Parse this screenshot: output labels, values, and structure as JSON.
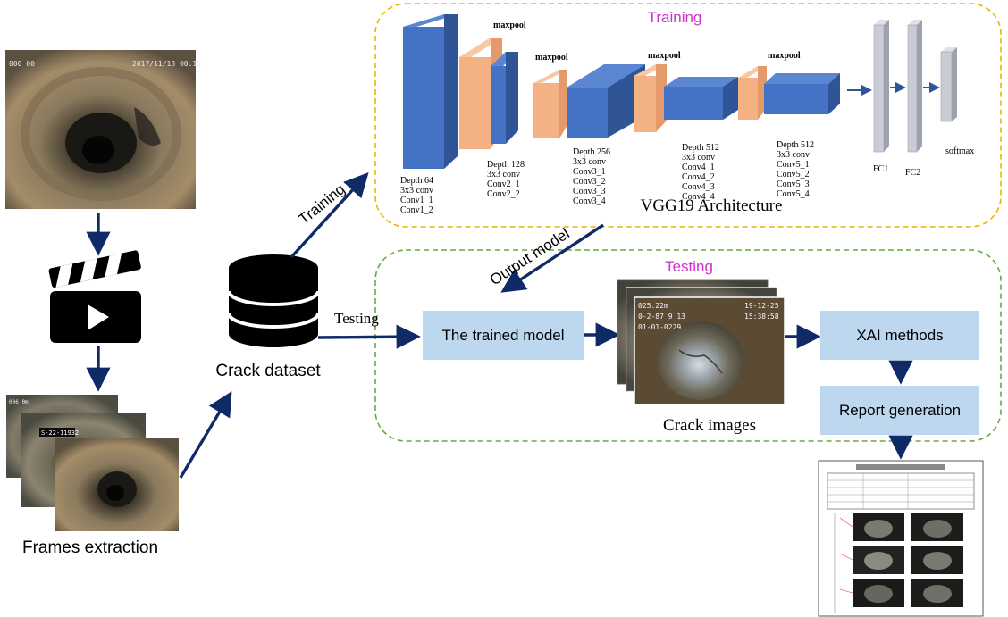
{
  "colors": {
    "arrow": "#0f2a66",
    "training_border": "#f0b400",
    "testing_border": "#6aaa3c",
    "section_title": "#cc33cc",
    "conv": "#4472c4",
    "conv_side": "#2f5597",
    "pool": "#f4b183",
    "fc": "#c9ccd6",
    "box": "#bdd7ee"
  },
  "labels": {
    "training_title": "Training",
    "testing_title": "Testing",
    "vgg_title": "VGG19  Architecture",
    "crack_dataset": "Crack dataset",
    "frames_extraction": "Frames extraction",
    "arrow_training": "Training",
    "arrow_testing": "Testing",
    "arrow_output_model": "Output model",
    "crack_images": "Crack images",
    "trained_model": "The trained model",
    "xai_methods": "XAI methods",
    "report_generation": "Report generation"
  },
  "vgg": {
    "maxpool_label": "maxpool",
    "blocks": [
      [
        "Depth 64",
        "3x3 conv",
        "Conv1_1",
        "Conv1_2"
      ],
      [
        "Depth 128",
        "3x3 conv",
        "Conv2_1",
        "Conv2_2"
      ],
      [
        "Depth 256",
        "3x3 conv",
        "Conv3_1",
        "Conv3_2",
        "Conv3_3",
        "Conv3_4"
      ],
      [
        "Depth 512",
        "3x3 conv",
        "Conv4_1",
        "Conv4_2",
        "Conv4_3",
        "Conv4_4"
      ],
      [
        "Depth 512",
        "3x3 conv",
        "Conv5_1",
        "Conv5_2",
        "Conv5_3",
        "Conv5_4"
      ]
    ],
    "fc1": "FC1",
    "fc2": "FC2",
    "softmax": "softmax"
  },
  "icons": {
    "dataset": "database-icon",
    "video": "clapperboard-icon"
  }
}
